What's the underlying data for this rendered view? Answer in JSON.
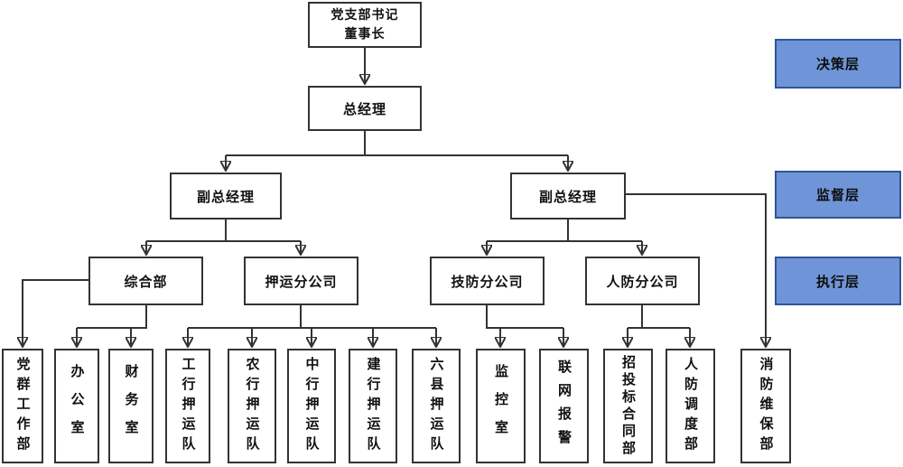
{
  "diagram": {
    "org": {
      "chairman": {
        "line1": "党支部书记",
        "line2": "董事长"
      },
      "general_manager": "总经理",
      "deputy_gm_left": "副总经理",
      "deputy_gm_right": "副总经理",
      "depts": {
        "general": "综合部",
        "escort": "押运分公司",
        "tech_defense": "技防分公司",
        "civil_defense": "人防分公司"
      },
      "leaves": [
        "党群工作部",
        "办公室",
        "财务室",
        "工行押运队",
        "农行押运队",
        "中行押运队",
        "建行押运队",
        "六县押运队",
        "监控室",
        "联网报警",
        "招投标合同部",
        "人防调度部",
        "消防维保部"
      ]
    },
    "layers": [
      "决策层",
      "监督层",
      "执行层"
    ],
    "colors": {
      "line": "#333333",
      "node_fill": "#ffffff",
      "node_border": "#333333",
      "layer_fill": "#6f95d8",
      "layer_border": "#2f5597",
      "text": "#111111"
    }
  }
}
